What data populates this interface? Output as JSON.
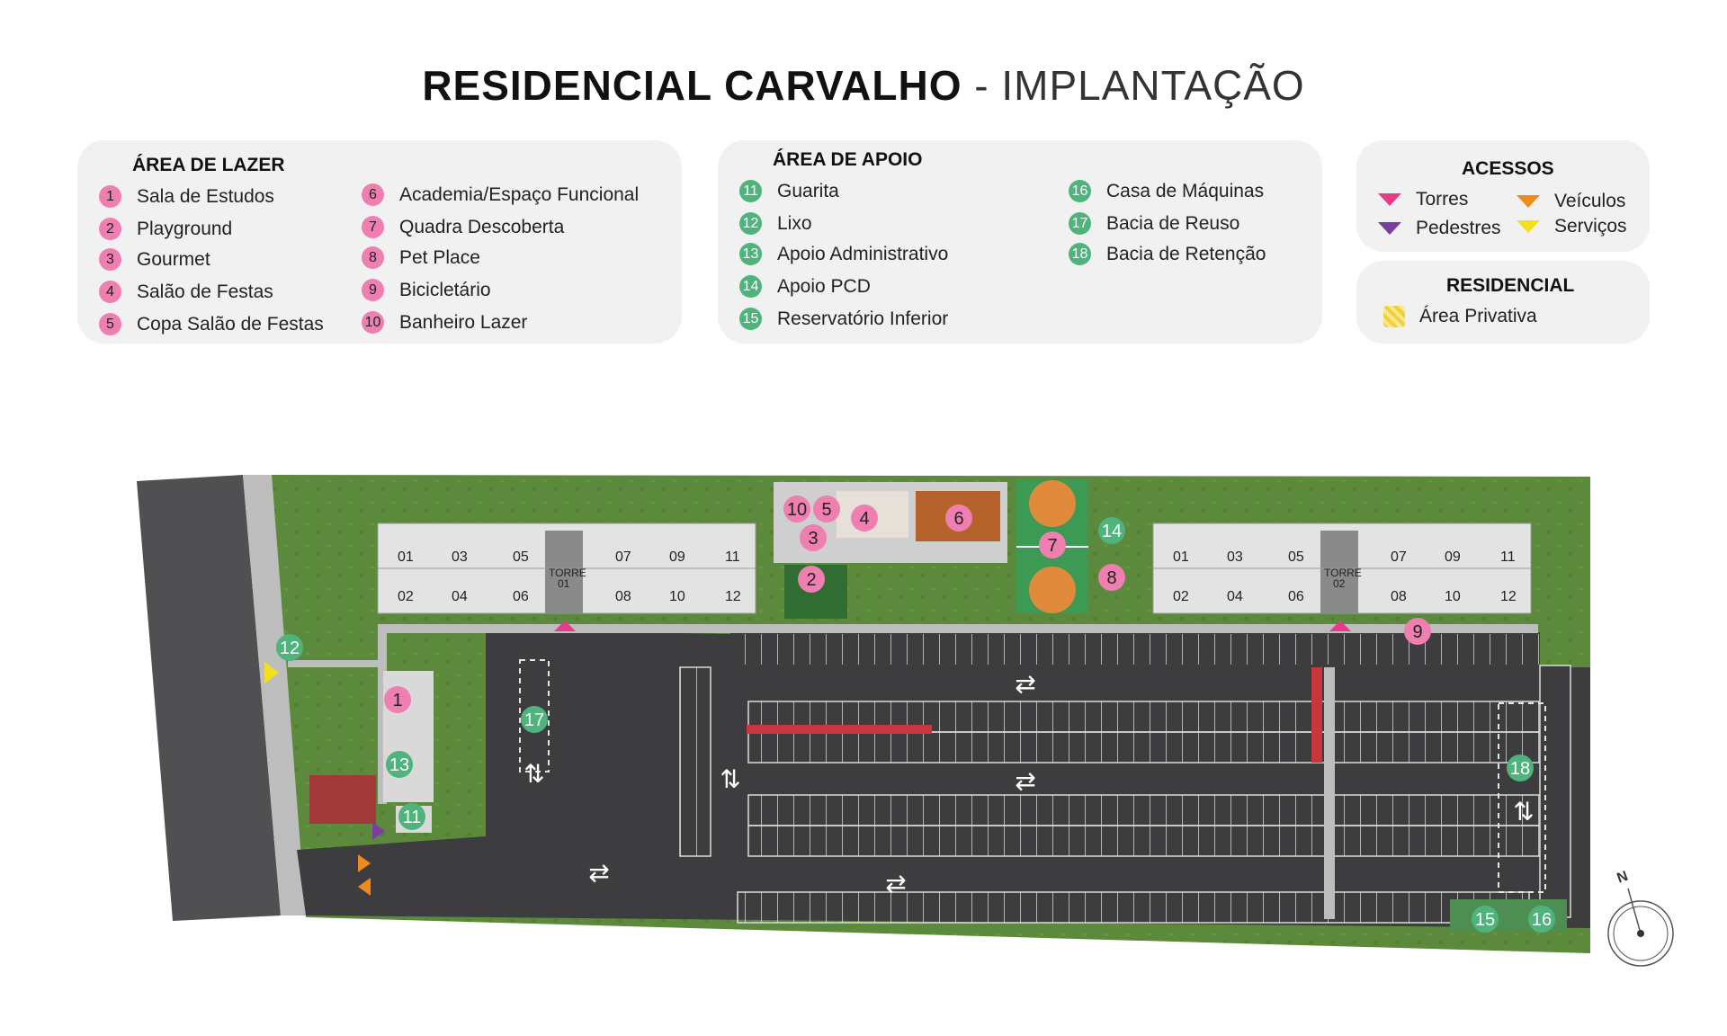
{
  "title": {
    "bold": "RESIDENCIAL CARVALHO",
    "light": "- IMPLANTAÇÃO"
  },
  "legend": {
    "lazer": {
      "heading": "ÁREA DE LAZER",
      "items": [
        {
          "n": "1",
          "label": "Sala de Estudos"
        },
        {
          "n": "2",
          "label": "Playground"
        },
        {
          "n": "3",
          "label": "Gourmet"
        },
        {
          "n": "4",
          "label": "Salão de Festas"
        },
        {
          "n": "5",
          "label": "Copa Salão de Festas"
        },
        {
          "n": "6",
          "label": "Academia/Espaço Funcional"
        },
        {
          "n": "7",
          "label": "Quadra Descoberta"
        },
        {
          "n": "8",
          "label": "Pet Place"
        },
        {
          "n": "9",
          "label": "Bicicletário"
        },
        {
          "n": "10",
          "label": "Banheiro Lazer"
        }
      ]
    },
    "apoio": {
      "heading": "ÁREA DE APOIO",
      "items": [
        {
          "n": "11",
          "label": "Guarita"
        },
        {
          "n": "12",
          "label": "Lixo"
        },
        {
          "n": "13",
          "label": "Apoio Administrativo"
        },
        {
          "n": "14",
          "label": "Apoio PCD"
        },
        {
          "n": "15",
          "label": "Reservatório Inferior"
        },
        {
          "n": "16",
          "label": "Casa de Máquinas"
        },
        {
          "n": "17",
          "label": "Bacia de Reuso"
        },
        {
          "n": "18",
          "label": "Bacia de Retenção"
        }
      ]
    },
    "acessos": {
      "heading": "ACESSOS",
      "items": [
        {
          "label": "Torres",
          "color": "#e83a8a"
        },
        {
          "label": "Veículos",
          "color": "#f08a1c"
        },
        {
          "label": "Pedestres",
          "color": "#7a3fa0"
        },
        {
          "label": "Serviços",
          "color": "#f2e01c"
        }
      ]
    },
    "residencial": {
      "heading": "RESIDENCIAL",
      "items": [
        {
          "label": "Área Privativa"
        }
      ]
    }
  },
  "map": {
    "tower1": {
      "label_line1": "TORRE",
      "label_line2": "01",
      "units_top": [
        "01",
        "03",
        "05",
        "07",
        "09",
        "11"
      ],
      "units_bottom": [
        "02",
        "04",
        "06",
        "08",
        "10",
        "12"
      ]
    },
    "tower2": {
      "label_line1": "TORRE",
      "label_line2": "02",
      "units_top": [
        "01",
        "03",
        "05",
        "07",
        "09",
        "11"
      ],
      "units_bottom": [
        "02",
        "04",
        "06",
        "08",
        "10",
        "12"
      ]
    },
    "markers": [
      "10",
      "5",
      "4",
      "3",
      "6",
      "2",
      "7",
      "14",
      "8",
      "9",
      "12",
      "1",
      "17",
      "13",
      "11",
      "18",
      "15",
      "16"
    ],
    "compass": "N",
    "colors": {
      "grass": "#5c8a3c",
      "asphalt": "#3d3d3f",
      "pink": "#ee7fb0",
      "green": "#4fb37c"
    }
  }
}
